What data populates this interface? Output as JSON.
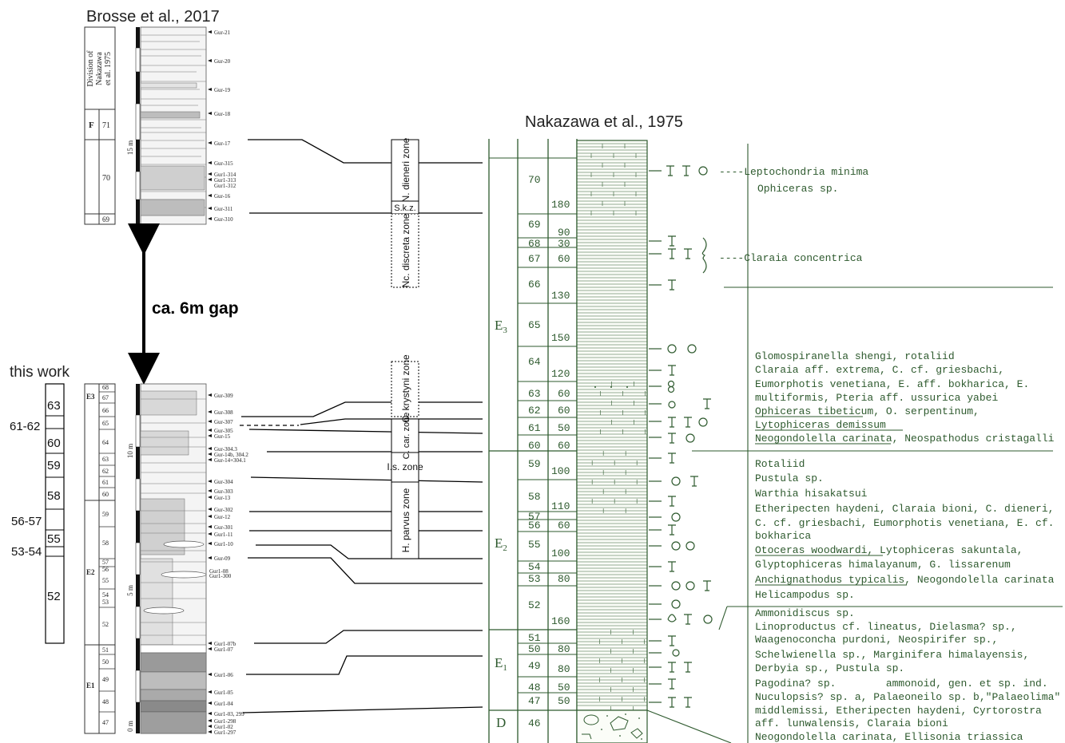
{
  "titles": {
    "brosse": "Brosse et al., 2017",
    "nakazawa": "Nakazawa et al., 1975",
    "this_work": "this work",
    "gap": "ca. 6m gap"
  },
  "this_work_column": {
    "units": [
      "63",
      "60",
      "59",
      "58",
      "55",
      "52"
    ],
    "side_labels": [
      "61-62",
      "56-57",
      "53-54"
    ]
  },
  "brosse_column": {
    "division_header": [
      "Division of",
      "Nakazawa",
      "et al. 1975"
    ],
    "top_units": [
      {
        "letter": "F",
        "num": "71"
      },
      {
        "letter": "",
        "num": "70"
      },
      {
        "letter": "",
        "num": "69"
      }
    ],
    "scale_top": "15 m",
    "scale_mid": "10 m",
    "scale_low": "5 m",
    "scale_bottom": "0 m",
    "bottom_units": [
      "68",
      "67",
      "66",
      "65",
      "64",
      "63",
      "62",
      "61",
      "60",
      "59",
      "58",
      "57",
      "56",
      "55",
      "54",
      "53",
      "52",
      "51",
      "50",
      "49",
      "48",
      "47"
    ],
    "bottom_divisions": [
      "E3",
      "E2",
      "E1"
    ],
    "samples_top": [
      "Gur-21",
      "Gur-20",
      "Gur-19",
      "Gur-18",
      "Gur-17",
      "Gur-315",
      "Gur1-314",
      "Gur1-313",
      "Gur1-312",
      "Gur-16",
      "Gur-311",
      "Gur-310"
    ],
    "samples_bottom": [
      "Gur-309",
      "Gur-308",
      "Gur-307",
      "Gur-305",
      "Gur-15",
      "Gur-304.3",
      "Gur-14b, 304.2",
      "Gur-14+304.1",
      "Gur-304",
      "Gur-303",
      "Gur-13",
      "Gur-302",
      "Gur-12",
      "Gur-301",
      "Gur1-11",
      "Gur1-10",
      "Gur-09",
      "Gur1-08",
      "Gur1-300",
      "Gur1-07b",
      "Gur1-07",
      "Gur1-06",
      "Gur1-05",
      "Gur1-04",
      "Gur1-03, 299",
      "Gur1-298",
      "Gur1-02",
      "Gur1-297"
    ]
  },
  "zones": [
    "N. dieneri zone",
    "S.k.z.",
    "Nc. discreta zone",
    "C. krystyni zone",
    "C. car. zone",
    "I.s. zone",
    "H. parvus zone"
  ],
  "nakazawa_column": {
    "divisions": [
      {
        "name": "E",
        "sub": "3"
      },
      {
        "name": "E",
        "sub": "2"
      },
      {
        "name": "E",
        "sub": "1"
      },
      {
        "name": "D",
        "sub": ""
      }
    ],
    "units": [
      "70",
      "69",
      "68",
      "67",
      "66",
      "65",
      "64",
      "63",
      "62",
      "61",
      "60",
      "59",
      "58",
      "57",
      "56",
      "55",
      "54",
      "53",
      "52",
      "51",
      "50",
      "49",
      "48",
      "47",
      "46"
    ],
    "thickness": [
      "180",
      "90",
      "30",
      "60",
      "130",
      "150",
      "120",
      "60",
      "60",
      "50",
      "60",
      "100",
      "110",
      "60",
      "100",
      "80",
      "160",
      "80",
      "80",
      "50",
      "50"
    ]
  },
  "fossils": {
    "group1": [
      "----Leptochondria minima",
      "Ophiceras sp."
    ],
    "group2": [
      "----Claraia concentrica"
    ],
    "group3": [
      "Glomospiranella shengi, rotaliid",
      "Claraia aff. extrema, C. cf. griesbachi,",
      "Eumorphotis venetiana, E. aff. bokharica, E.",
      "multiformis, Pteria aff. ussurica yabei",
      "Ophiceras tibeticum, O. serpentinum,",
      "Lytophiceras demissum",
      "Neogondolella carinata, Neospathodus cristagalli"
    ],
    "group4": [
      "Rotaliid",
      "Pustula sp.",
      "Warthia hisakatsui",
      "Etheripecten haydeni, Claraia bioni, C. dieneri,",
      "C. cf. griesbachi, Eumorphotis venetiana, E. cf.",
      "bokharica",
      "Otoceras woodwardi, Lytophiceras sakuntala,",
      "Glyptophiceras himalayanum, G. lissarenum",
      "Anchignathodus typicalis, Neogondolella carinata",
      "Helicampodus sp."
    ],
    "group5": [
      "Ammonidiscus sp.",
      "Linoproductus cf. lineatus, Dielasma? sp.,",
      "Waagenoconcha purdoni, Neospirifer sp.,",
      "Schelwienella sp., Marginifera himalayensis,",
      "Derbyia sp., Pustula sp.",
      "Pagodina? sp.        ammonoid, gen. et sp. ind.",
      "Nuculopsis? sp. a, Palaeoneilo sp. b,\"Palaeolima\"",
      "middlemissi, Etheripecten haydeni, Cyrtorostra",
      "aff. lunwalensis, Claraia bioni",
      "Neogondolella carinata, Ellisonia triassica"
    ]
  }
}
